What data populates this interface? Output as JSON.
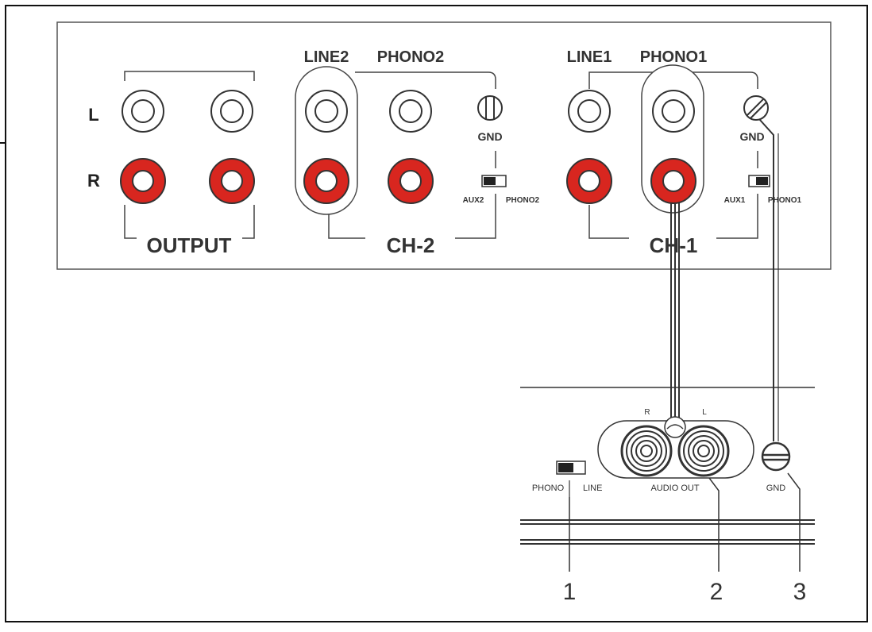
{
  "mixer": {
    "row_labels": {
      "left": "L",
      "right": "R"
    },
    "output_label": "OUTPUT",
    "ch2": {
      "label": "CH-2",
      "line_label": "LINE2",
      "phono_label": "PHONO2",
      "gnd_label": "GND",
      "switch_left": "AUX2",
      "switch_right": "PHONO2"
    },
    "ch1": {
      "label": "CH-1",
      "line_label": "LINE1",
      "phono_label": "PHONO1",
      "gnd_label": "GND",
      "switch_left": "AUX1",
      "switch_right": "PHONO1"
    }
  },
  "turntable": {
    "r_label": "R",
    "l_label": "L",
    "audio_out_label": "AUDIO OUT",
    "gnd_label": "GND",
    "switch_phono": "PHONO",
    "switch_line": "LINE"
  },
  "callouts": [
    "1",
    "2",
    "3"
  ],
  "colors": {
    "jack_red": "#d8261f",
    "line": "#333333",
    "panel_bg": "#ffffff"
  }
}
